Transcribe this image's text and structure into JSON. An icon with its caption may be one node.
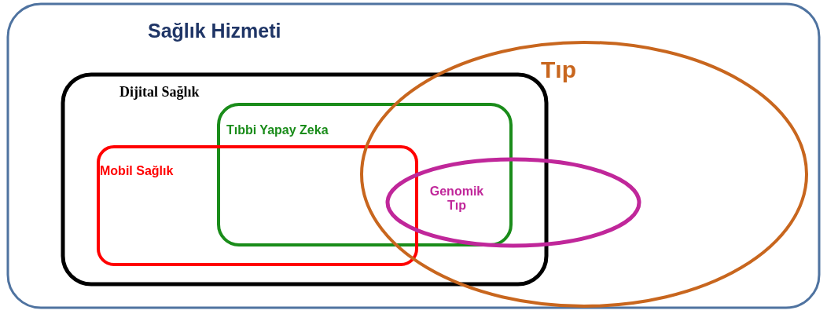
{
  "diagram": {
    "nodes": [
      {
        "text": [
          "Sağlık Hizmeti"
        ]
      },
      {
        "text": [
          "Dijital Sağlık"
        ],
        "in": 0
      },
      {
        "text": [
          "Tıbbi Yapay Zeka"
        ],
        "in": 1
      },
      {
        "text": [
          "Mobil Sağlık"
        ],
        "in": 1
      },
      {
        "text": [
          "Tıp"
        ],
        "in": 0
      },
      {
        "text": [
          "Genomik Tıp"
        ],
        "in": 4
      }
    ]
  }
}
